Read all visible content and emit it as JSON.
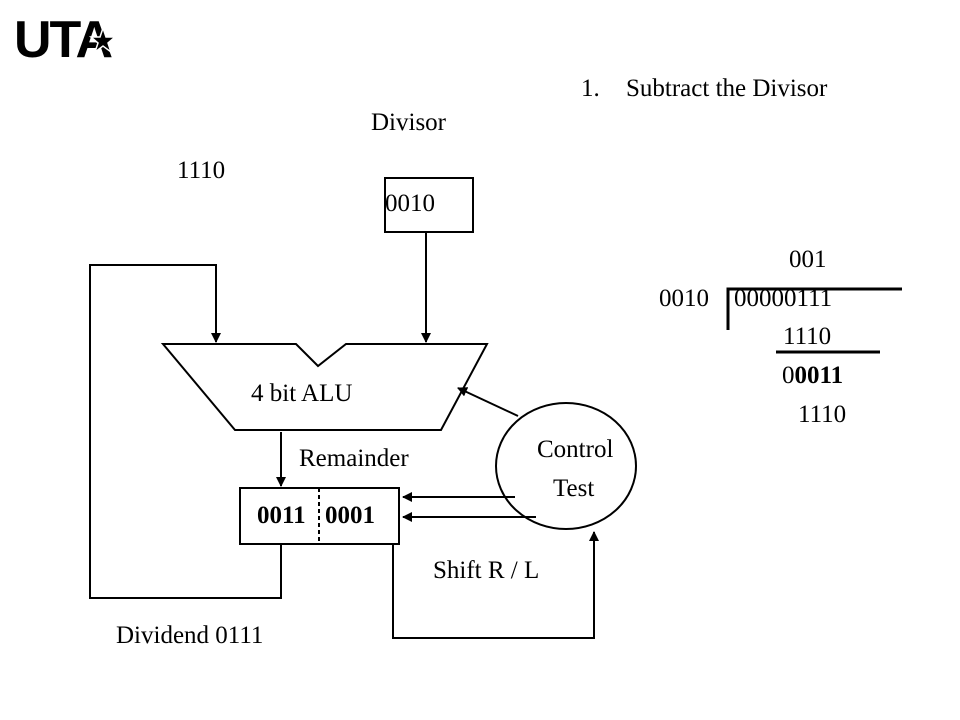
{
  "logo": {
    "text": "UTA",
    "icon": "star-icon"
  },
  "step": {
    "number": "1.",
    "text": "Subtract the Divisor"
  },
  "labels": {
    "divisor": "Divisor",
    "remainder_value": "1110",
    "divisor_value": "0010",
    "alu": "4 bit ALU",
    "remainder": "Remainder",
    "control_line1": "Control",
    "control_line2": "Test",
    "register_left": "0011",
    "register_right": "0001",
    "shift": "Shift R / L",
    "dividend": "Dividend 0111"
  },
  "long_division": {
    "quotient": "001",
    "divisor": "0010",
    "dividend": "00000111",
    "sub1": "1110",
    "partial_prefix": "0",
    "partial_bold": "0011",
    "sub2": "1110"
  }
}
